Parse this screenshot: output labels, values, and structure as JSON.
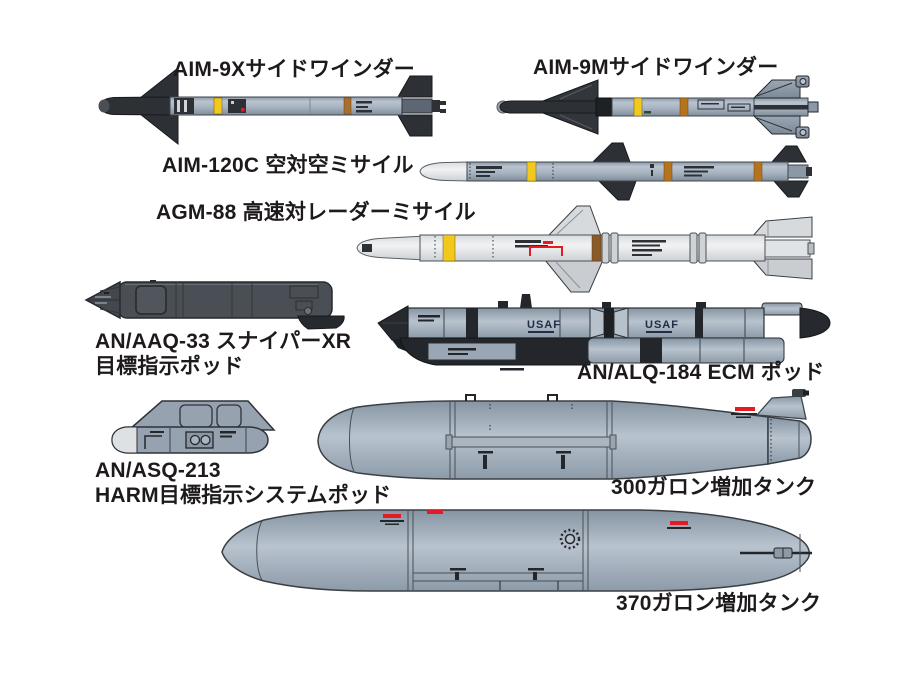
{
  "page": {
    "background": "#ffffff",
    "description_labels_language": "ja"
  },
  "colors": {
    "label_text": "#1e1a1b",
    "body_gray_blue": "#a2aebc",
    "dark_charcoal": "#2d3136",
    "pod_dark_gray": "#4a4f55",
    "yellow_band": "#f3c81c",
    "brown_band": "#b5731d",
    "white_body": "#eaeceb",
    "red_marking": "#e51b23",
    "usaf_text": "#232c46"
  },
  "items": [
    {
      "id": "aim9x",
      "label": "AIM-9Xサイドワインダー"
    },
    {
      "id": "aim9m",
      "label": "AIM-9Mサイドワインダー"
    },
    {
      "id": "aim120c",
      "label": "AIM-120C 空対空ミサイル"
    },
    {
      "id": "agm88",
      "label": "AGM-88 高速対レーダーミサイル"
    },
    {
      "id": "aaq33",
      "label_line1": "AN/AAQ-33 スナイパーXR",
      "label_line2": "目標指示ポッド"
    },
    {
      "id": "alq184",
      "label": "AN/ALQ-184 ECM ポッド",
      "body_markings": [
        "USAF",
        "USAF"
      ]
    },
    {
      "id": "asq213",
      "label_line1": "AN/ASQ-213",
      "label_line2": "HARM目標指示システムポッド"
    },
    {
      "id": "tank300",
      "label": "300ガロン増加タンク"
    },
    {
      "id": "tank370",
      "label": "370ガロン増加タンク"
    }
  ]
}
